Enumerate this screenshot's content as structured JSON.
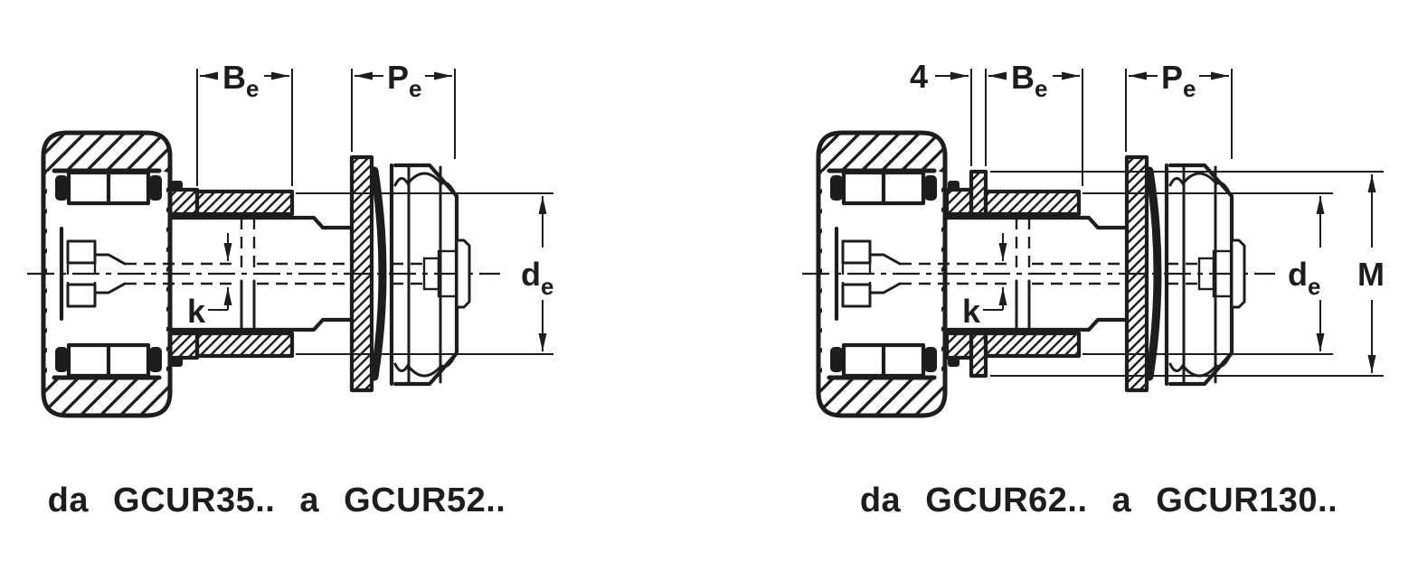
{
  "colors": {
    "ink": "#1d1d1b",
    "background": "#ffffff"
  },
  "figures": {
    "left": {
      "caption": "da GCUR35.. a GCUR52..",
      "labels": {
        "Be_main": "B",
        "Be_sub": "e",
        "Pe_main": "P",
        "Pe_sub": "e",
        "de_main": "d",
        "de_sub": "e",
        "k": "k"
      }
    },
    "right": {
      "caption": "da GCUR62.. a GCUR130..",
      "labels": {
        "four": "4",
        "Be_main": "B",
        "Be_sub": "e",
        "Pe_main": "P",
        "Pe_sub": "e",
        "de_main": "d",
        "de_sub": "e",
        "M": "M",
        "k": "k"
      }
    }
  }
}
